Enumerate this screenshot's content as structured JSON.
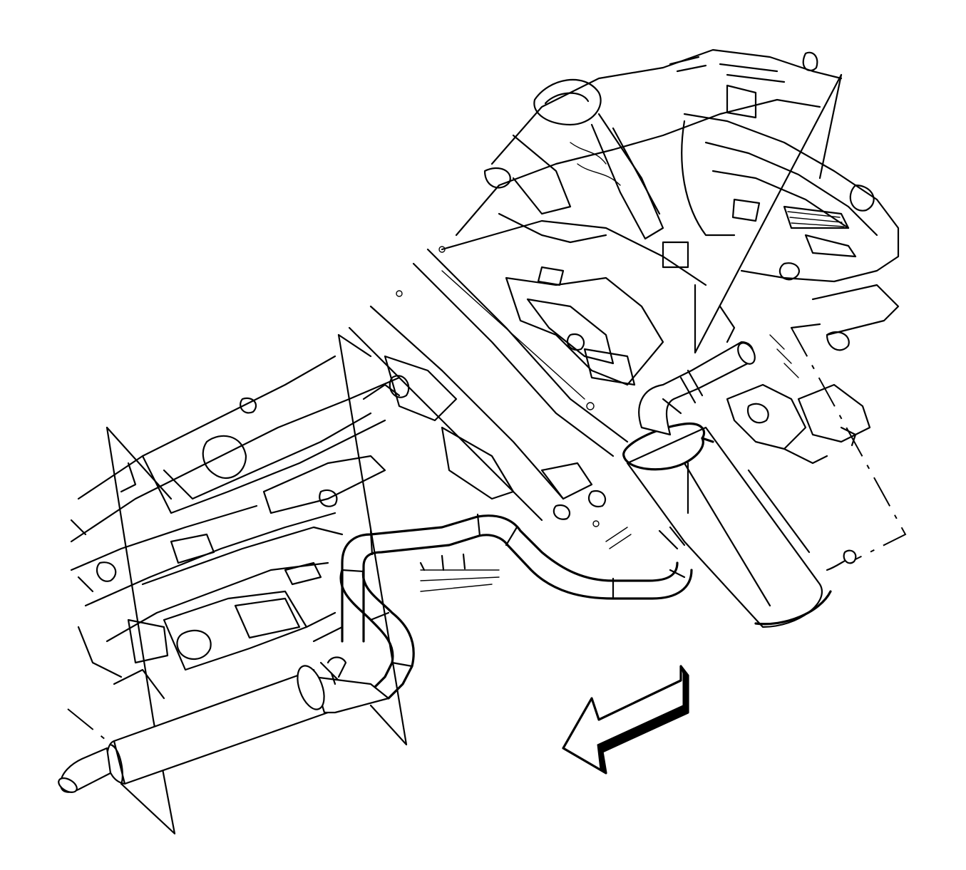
{
  "diagram": {
    "kind": "exploded-view line drawing",
    "subject-icon": "exhaust-system-underbody-icon",
    "components": [
      {
        "name": "underbody-frame",
        "icon": "vehicle-underbody-icon"
      },
      {
        "name": "front-muffler-assembly",
        "icon": "muffler-icon"
      },
      {
        "name": "intermediate-exhaust-pipe",
        "icon": "exhaust-pipe-icon"
      },
      {
        "name": "rear-muffler-tailpipe",
        "icon": "tailpipe-icon"
      },
      {
        "name": "exhaust-hangers",
        "icon": "hanger-icon"
      }
    ],
    "direction-indicator": {
      "icon": "front-direction-arrow-icon"
    },
    "colors": {
      "line": "#000000",
      "background": "#ffffff"
    }
  }
}
